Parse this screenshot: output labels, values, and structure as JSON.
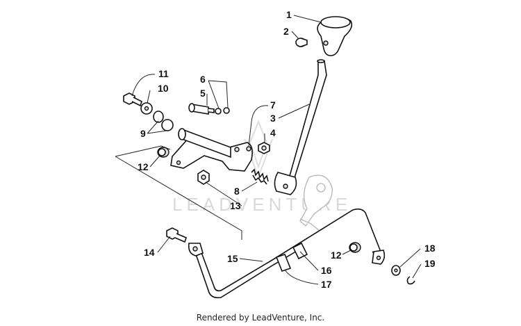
{
  "diagram": {
    "watermark": "LEADVENTURE",
    "footer": "Rendered by LeadVenture, Inc.",
    "callouts": [
      "1",
      "2",
      "3",
      "4",
      "5",
      "6",
      "7",
      "8",
      "9",
      "10",
      "11",
      "12",
      "12",
      "13",
      "14",
      "15",
      "16",
      "17",
      "18",
      "19"
    ]
  }
}
